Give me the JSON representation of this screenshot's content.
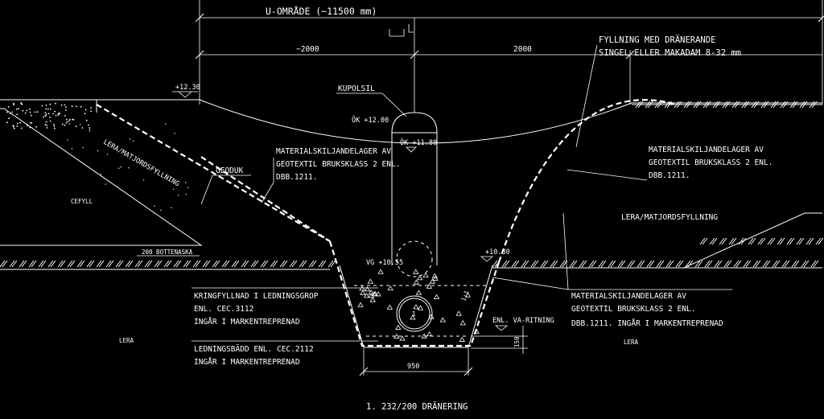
{
  "dimensions": {
    "u_area": "U-OMRÅDE (~11500 mm)",
    "left_width": "~2000",
    "right_width": "2000",
    "trench_width": "950",
    "bed_thickness": "150"
  },
  "levels": {
    "left_ground": "+12.30",
    "ok_inspection": "ÖK +12.00",
    "ok_pipe_top": "ÖK +11.80",
    "vg": "VG +10.55",
    "trench_edge": "+10.80",
    "ratio": "1:1"
  },
  "labels": {
    "fill": [
      "FYLLNING MED DRÄNERANDE",
      "SINGEL ELLER MAKADAM 8-32 mm"
    ],
    "kupolsil": "KUPOLSIL",
    "separation_left": [
      "MATERIALSKILJANDELAGER AV",
      "GEOTEXTIL BRUKSKLASS 2 ENL.",
      "DBB.1211."
    ],
    "separation_right": [
      "MATERIALSKILJANDELAGER AV",
      "GEOTEXTIL BRUKSKLASS 2 ENL.",
      "DBB.1211."
    ],
    "clay_fill_left": "LERA/MATJORDSFYLLNING",
    "clay_fill_right": "LERA/MATJORDSFYLLNING",
    "geoduk": "GEODUK",
    "cefyll": "CEFYLL",
    "bottom_ash": "200 BOTTENASKA",
    "clay_left": "LERA",
    "clay_right": "LERA",
    "pipe_fill": [
      "KRINGFYLLNAD I LEDNINGSGROP",
      "ENL. CEC.3112",
      "INGÅR I MARKENTREPRENAD"
    ],
    "pipe_bed": [
      "LEDNINGSBÄDD ENL. CEC.2112",
      "INGÅR I MARKENTREPRENAD"
    ],
    "separation_trench": [
      "MATERIALSKILJANDELAGER AV",
      "GEOTEXTIL BRUKSKLASS 2 ENL.",
      "DBB.1211. INGÅR I MARKENTREPRENAD"
    ],
    "va_drawing": "ENL. VA-RITNING",
    "pipe_number": "1",
    "caption": "1. 232/200 DRÄNERING"
  }
}
